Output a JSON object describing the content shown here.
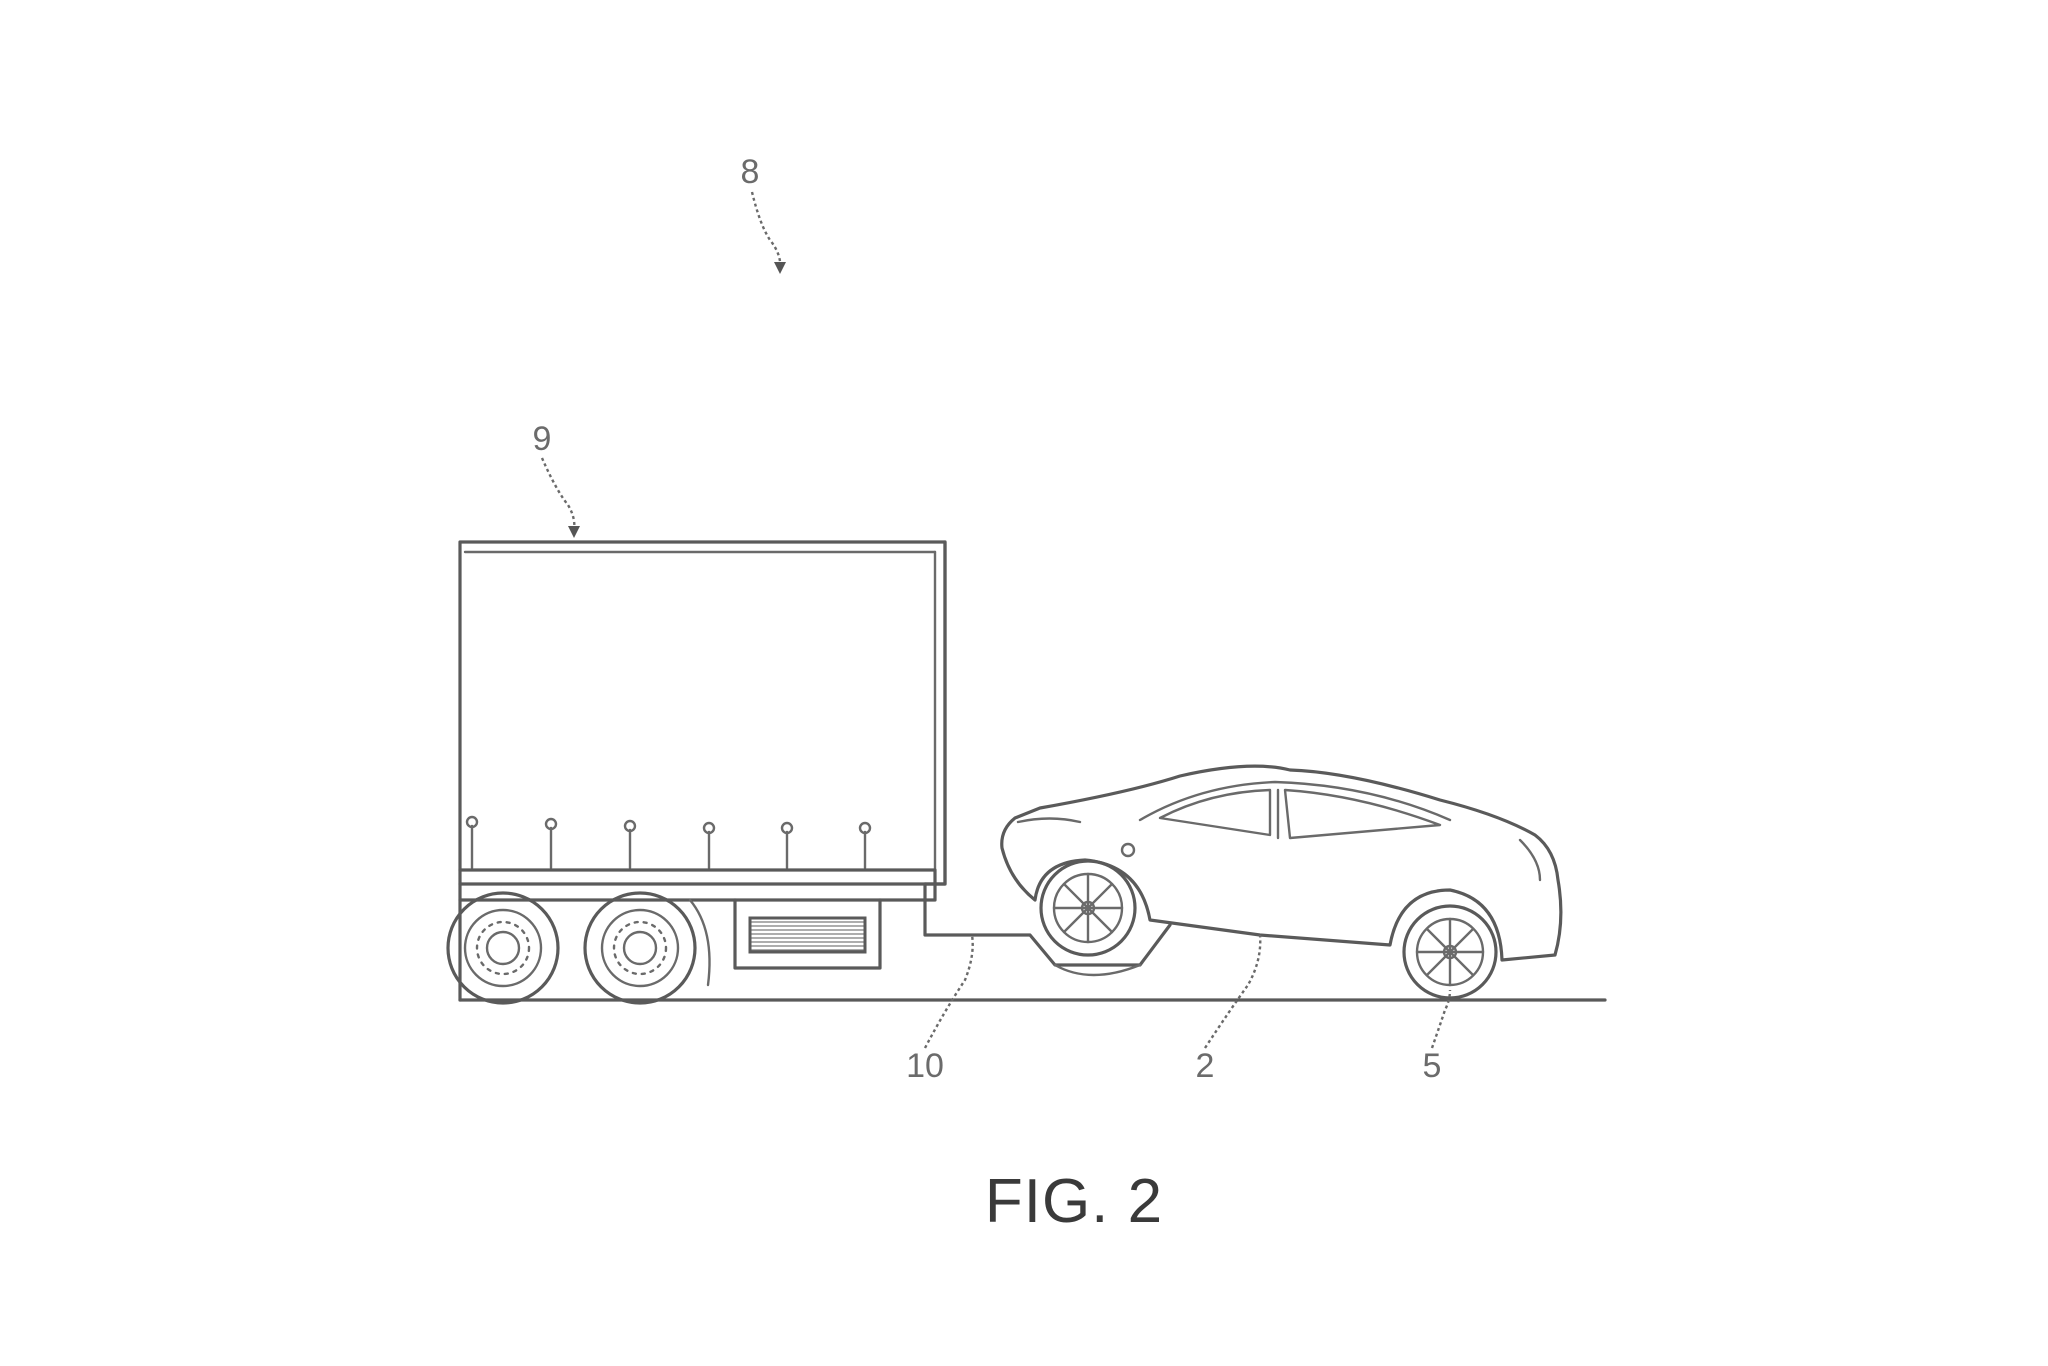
{
  "figure": {
    "caption": "FIG. 2",
    "reference_numerals": {
      "system": "8",
      "truck": "9",
      "coupling": "10",
      "vehicle": "2",
      "wheel": "5"
    }
  }
}
